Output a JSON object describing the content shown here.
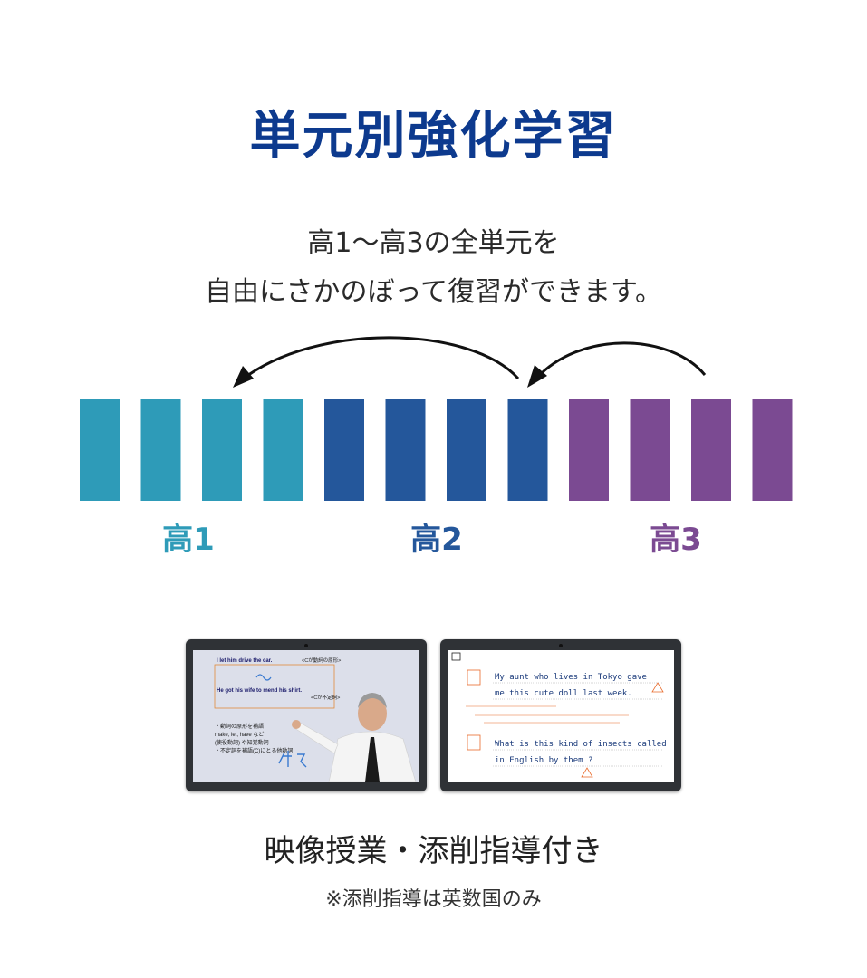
{
  "title": "単元別強化学習",
  "description": {
    "line1": "高1〜高3の全単元を",
    "line2": "自由にさかのぼって復習ができます。"
  },
  "grades": [
    {
      "label": "高1",
      "color": "#2e9bb8",
      "units": 4
    },
    {
      "label": "高2",
      "color": "#24579b",
      "units": 4
    },
    {
      "label": "高3",
      "color": "#7b4a92",
      "units": 4
    }
  ],
  "lecture_screen": {
    "line1": "I   let   him   drive the car.",
    "line2": "He   got   his wife   to mend his shirt.",
    "note1": "<Cが動詞の原形>",
    "note2": "<Cが不定詞>",
    "bullet1": "・動詞の原形を補語",
    "bullet2": "make, let, have など",
    "bullet3": "(使役動詞) や知覚動詞",
    "bullet4": "・不定詞を補語(C)にとる他動詞"
  },
  "correction_screen": {
    "item1_line1": "My aunt who lives in Tokyo gave",
    "item1_line2": "me this cute doll last week.",
    "item2_line1": "What is this kind of insects called",
    "item2_line2": "in English by them ?"
  },
  "caption": "映像授業・添削指導付き",
  "note": "※添削指導は英数国のみ",
  "colors": {
    "title": "#0d3a8e",
    "correction": "#e86a2a"
  }
}
